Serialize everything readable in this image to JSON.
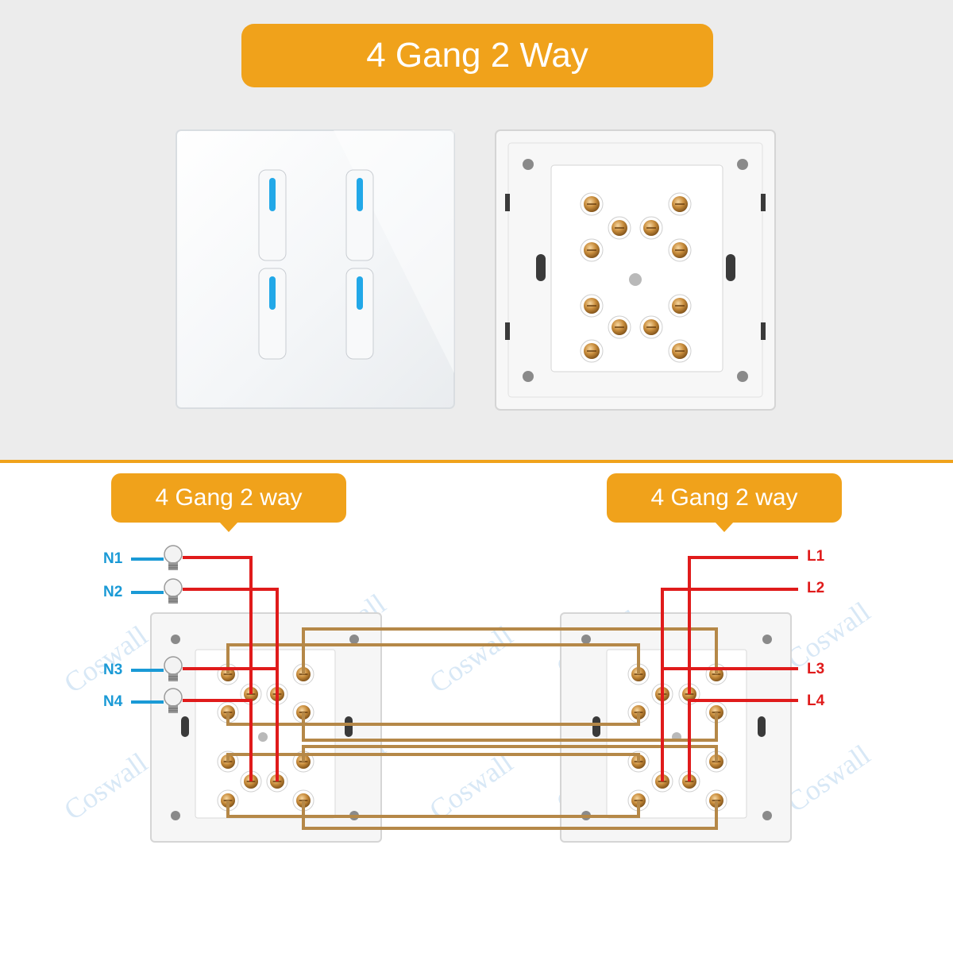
{
  "title": "4 Gang 2 Way",
  "callouts": {
    "left": "4 Gang 2 way",
    "right": "4 Gang 2 way"
  },
  "neutral_labels": [
    "N1",
    "N2",
    "N3",
    "N4"
  ],
  "line_labels": [
    "L1",
    "L2",
    "L3",
    "L4"
  ],
  "watermark": "Coswall",
  "colors": {
    "accent": "#f0a21b",
    "neutral_wire": "#1a9ad6",
    "line_wire": "#e01b1b",
    "traveler_wire": "#b58848",
    "indicator": "#22a8e8"
  },
  "icons": {
    "bulb": "light-bulb-icon",
    "terminal": "screw-terminal-icon"
  }
}
